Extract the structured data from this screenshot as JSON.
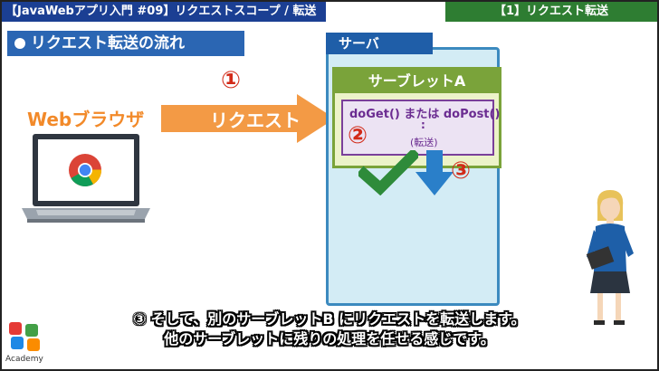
{
  "header": {
    "title": "【JavaWebアプリ入門 #09】リクエストスコープ / 転送",
    "chapter": "【1】リクエスト転送"
  },
  "section": {
    "title": "リクエスト転送の流れ"
  },
  "diagram": {
    "browser_label": "Webブラウザ",
    "request_label": "リクエスト",
    "server_label": "サーバ",
    "servlet_title": "サーブレットA",
    "method_text": "doGet() または doPost()",
    "method_colon": ":",
    "method_sub": "(転送)",
    "step1": "①",
    "step2": "②",
    "step3": "③"
  },
  "subtitle": {
    "line1": "③ そして、別のサーブレットB にリクエストを転送します。",
    "line2": "他のサーブレットに残りの処理を任せる感じです。"
  },
  "logo": {
    "text": "Academy"
  },
  "colors": {
    "header_blue": "#1b3f93",
    "header_green": "#2e7d32",
    "request_arrow": "#f39a45",
    "step_red": "#d22a18",
    "check_green": "#2e8b3a",
    "down_arrow_blue": "#2a7fc9"
  }
}
